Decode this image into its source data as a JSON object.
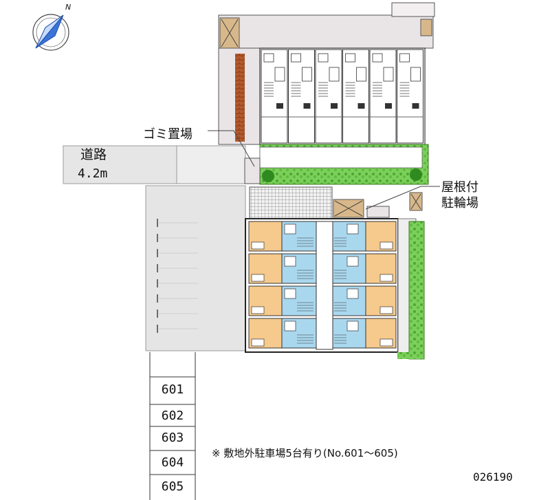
{
  "labels": {
    "road_name": "道路",
    "road_width": "4.2m",
    "garbage": "ゴミ置場",
    "bike_line1": "屋根付",
    "bike_line2": "駐輪場",
    "parking_note": "※ 敷地外駐車場5台有り(No.601～605)",
    "property_id": "026190",
    "north": "N"
  },
  "parking_slots": [
    "601",
    "602",
    "603",
    "604",
    "605"
  ],
  "colors": {
    "building": "#e9e4e6",
    "unit_orange": "#f6c98c",
    "unit_blue": "#a9d7ee",
    "greenery": "#7ccf5a",
    "parking_lot": "#e5e5e5",
    "brick": "#b55a2e",
    "outline": "#333333"
  },
  "icons": [
    "compass-icon",
    "bicycle-icon",
    "garbage-icon",
    "tree-icon"
  ]
}
